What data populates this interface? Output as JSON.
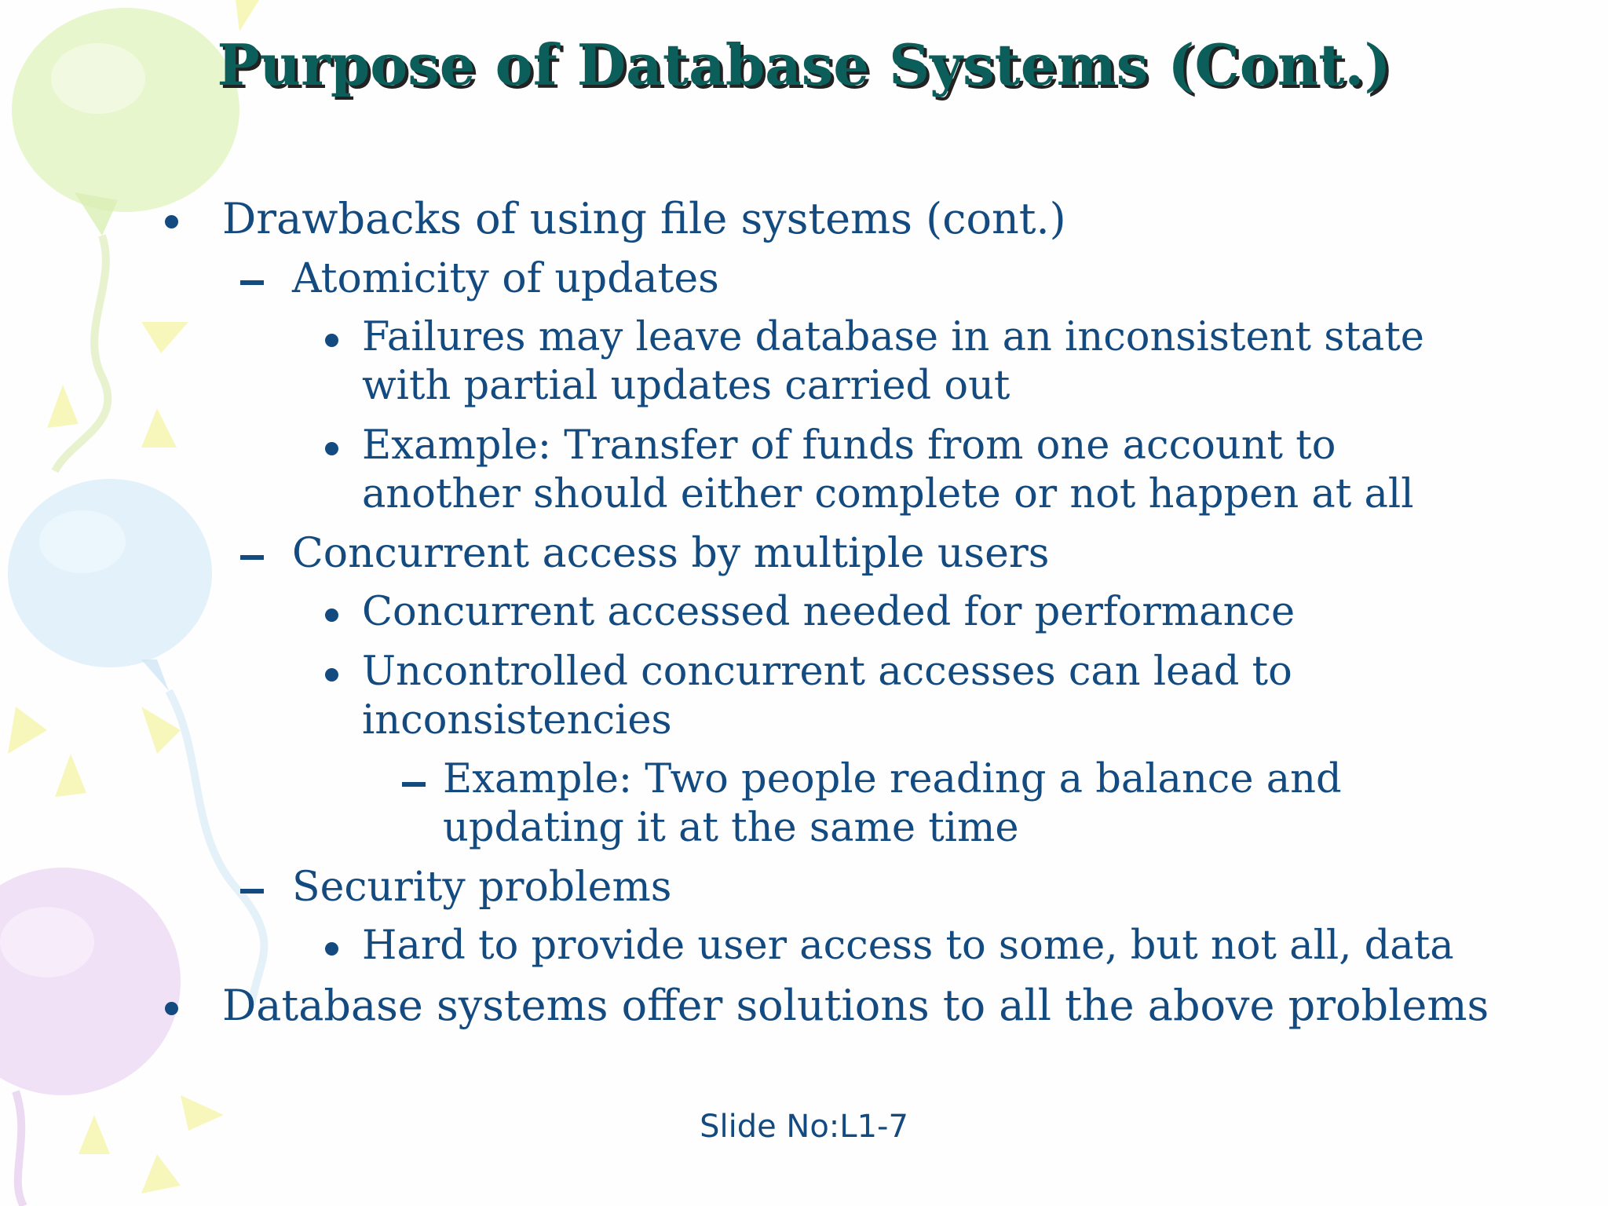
{
  "slide": {
    "title": "Purpose of Database Systems (Cont.)",
    "footer": "Slide No:L1-7"
  },
  "outline": {
    "item1": "Drawbacks of using file systems (cont.)",
    "item1_sub1": "Atomicity of updates",
    "item1_sub1_b1_line1": "Failures may leave database in an inconsistent state",
    "item1_sub1_b1_line2": "with partial updates carried out",
    "item1_sub1_b2_line1": "Example: Transfer of funds from one account to",
    "item1_sub1_b2_line2": "another should either complete or not happen at all",
    "item1_sub2": "Concurrent access by multiple users",
    "item1_sub2_b1": "Concurrent accessed needed for performance",
    "item1_sub2_b2_line1": "Uncontrolled concurrent accesses can lead to",
    "item1_sub2_b2_line2": "inconsistencies",
    "item1_sub2_b2_sub1_line1": "Example: Two people reading a balance and",
    "item1_sub2_b2_sub1_line2": "updating it at the same time",
    "item1_sub3": "Security problems",
    "item1_sub3_b1": "Hard to provide user access to some, but not all, data",
    "item2": "Database systems offer solutions to all the above problems"
  },
  "theme": {
    "text_color": "#134a80",
    "title_color": "#0c5e5a",
    "title_shadow": "#222222",
    "balloon_colors": [
      "#e4f5c4",
      "#d8ecf8",
      "#eedaf4",
      "#f7f6b4"
    ]
  }
}
